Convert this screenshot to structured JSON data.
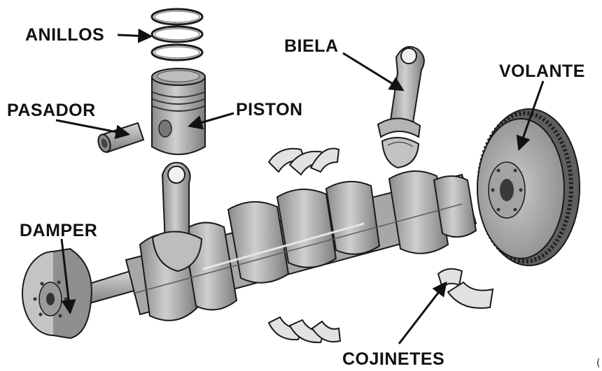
{
  "labels": {
    "anillos": "ANILLOS",
    "biela": "BIELA",
    "volante": "VOLANTE",
    "pasador": "PASADOR",
    "piston": "PISTON",
    "damper": "DAMPER",
    "cojinetes": "COJINETES"
  },
  "edge_mark": "(",
  "colors": {
    "part_fill": "#b9b9b9",
    "part_dark": "#6e6e6e",
    "part_light": "#d9d9d9",
    "outline": "#1a1a1a",
    "label_text": "#111111"
  }
}
